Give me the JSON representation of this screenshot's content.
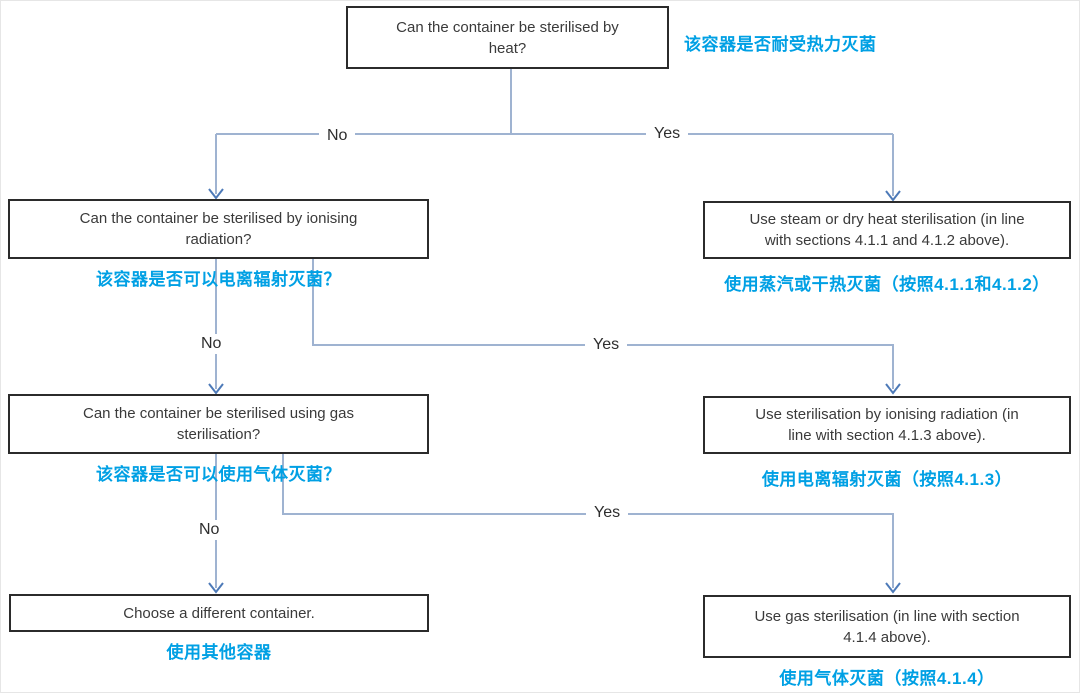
{
  "diagram": {
    "type": "flowchart",
    "topic": "Container sterilisation decision tree (bilingual English / Chinese)",
    "colors": {
      "chinese_text": "#00A0E4",
      "connector_line": "#9FB3D1",
      "arrowhead": "#4D7AB8",
      "box_border": "#2b2b2b",
      "box_text": "#3a3a3a",
      "background": "#ffffff"
    },
    "edge_labels": {
      "no": "No",
      "yes": "Yes"
    },
    "nodes": {
      "q1": {
        "en": "Can the  container be sterilised by\nheat?",
        "zh": "该容器是否耐受热力灭菌"
      },
      "a1": {
        "en": "Use steam or dry heat sterilisation (in line\nwith sections 4.1.1 and 4.1.2 above).",
        "zh": "使用蒸汽或干热灭菌（按照4.1.1和4.1.2）"
      },
      "q2": {
        "en": "Can the  container be sterilised by ionising\nradiation?",
        "zh": "该容器是否可以电离辐射灭菌？"
      },
      "a2": {
        "en": "Use sterilisation by ionising radiation (in\nline with section 4.1.3 above).",
        "zh": "使用电离辐射灭菌（按照4.1.3）"
      },
      "q3": {
        "en": "Can the  container be sterilised using gas\nsterilisation?",
        "zh": "该容器是否可以使用气体灭菌？"
      },
      "a3": {
        "en": "Use gas sterilisation (in line with section\n4.1.4 above).",
        "zh": "使用气体灭菌（按照4.1.4）"
      },
      "end": {
        "en": "Choose a different container.",
        "zh": "使用其他容器"
      }
    },
    "edges": [
      {
        "from": "q1",
        "to": "q2",
        "label": "No"
      },
      {
        "from": "q1",
        "to": "a1",
        "label": "Yes"
      },
      {
        "from": "q2",
        "to": "q3",
        "label": "No"
      },
      {
        "from": "q2",
        "to": "a2",
        "label": "Yes"
      },
      {
        "from": "q3",
        "to": "end",
        "label": "No"
      },
      {
        "from": "q3",
        "to": "a3",
        "label": "Yes"
      }
    ]
  }
}
